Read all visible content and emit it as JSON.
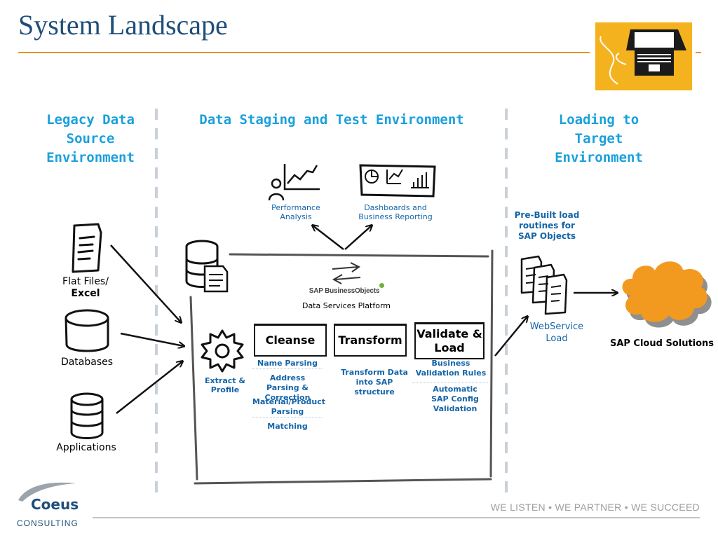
{
  "slide": {
    "title": "System Landscape"
  },
  "headers": {
    "legacy": "Legacy Data Source Environment",
    "staging": "Data Staging and Test Environment",
    "loading": "Loading to Target Environment"
  },
  "sources": {
    "flat_files": "Flat Files/",
    "excel": "Excel",
    "databases": "Databases",
    "applications": "Applications"
  },
  "analytics": {
    "performance": "Performance Analysis",
    "dashboards": "Dashboards and Business Reporting"
  },
  "platform": {
    "logo_text": "SAP BusinessObjects",
    "caption": "Data Services Platform"
  },
  "extract": {
    "label": "Extract & Profile"
  },
  "processes": {
    "cleanse": {
      "title": "Cleanse",
      "items": [
        "Name Parsing",
        "Address Parsing & Correction",
        "Material/Product Parsing",
        "Matching"
      ]
    },
    "transform": {
      "title": "Transform",
      "items": [
        "Transform Data into SAP structure"
      ]
    },
    "validate": {
      "title": "Validate & Load",
      "items": [
        "Business Validation Rules",
        "Automatic SAP Config Validation"
      ]
    }
  },
  "target": {
    "prebuilt": "Pre-Built load routines for SAP Objects",
    "webservice": "WebService Load",
    "cloud": "SAP Cloud Solutions"
  },
  "branding": {
    "company": "Coeus",
    "company_sub": "CONSULTING",
    "tagline": "WE LISTEN  •  WE PARTNER  •  WE SUCCEED"
  },
  "colors": {
    "title": "#1f4e79",
    "header": "#1aa0dc",
    "label": "#1565a8",
    "accent": "#f5b21f",
    "cloud": "#f29a1f",
    "footer": "#9e9e9e"
  },
  "icons": [
    "laptop-icon",
    "document-icon",
    "database-icon",
    "chart-person-icon",
    "dashboard-icon",
    "gear-icon",
    "arrows-icon",
    "cloud-icon"
  ]
}
